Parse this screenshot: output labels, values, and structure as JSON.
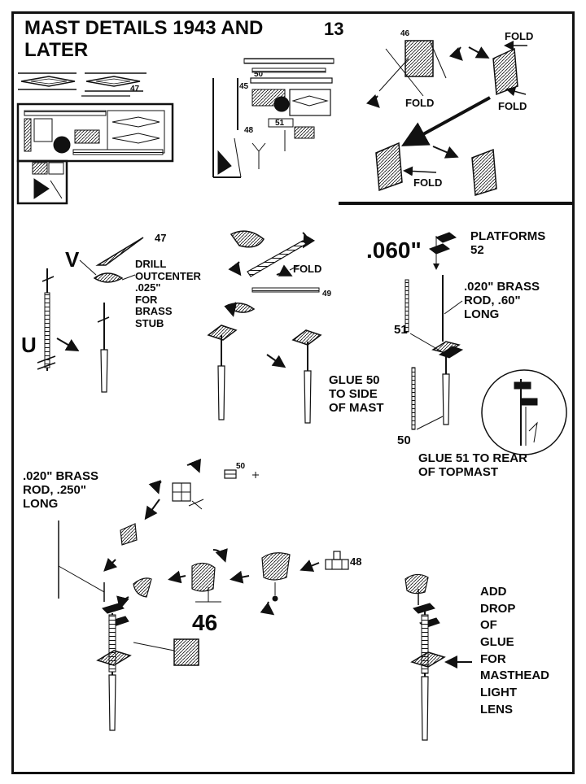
{
  "page": {
    "title": "MAST DETAILS 1943 AND LATER",
    "page_number": "13"
  },
  "part_numbers": {
    "p46_top": "46",
    "p47_sheet": "47",
    "p45": "45",
    "p50_sheet": "50",
    "p51_sheet": "51",
    "p48_sheet": "48",
    "p47": "47",
    "p49": "49",
    "p50_small": "50",
    "p48": "48",
    "p46": "46"
  },
  "fold_labels": [
    "FOLD",
    "FOLD",
    "FOLD",
    "FOLD",
    "FOLD"
  ],
  "callouts": {
    "v": "V",
    "u": "U",
    "drill": "DRILL\nOUTCENTER\n.025\"\nFOR\nBRASS\nSTUB",
    "dim_060": ".060\"",
    "platforms": "PLATFORMS\n52",
    "brass_rod_60": ".020\" BRASS\nROD, .60\"\nLONG",
    "label_51": "51",
    "glue_50": "GLUE 50\nTO SIDE\nOF MAST",
    "label_50": "50",
    "glue_51": "GLUE 51 TO REAR\nOF TOPMAST",
    "brass_rod_250": ".020\" BRASS\nROD, .250\"\nLONG",
    "add_drop": "ADD\nDROP\nOF\nGLUE\nFOR\nMASTHEAD\nLIGHT\nLENS"
  },
  "icons": {
    "arrow": "arrow-icon",
    "curved_arrow": "curved-arrow-icon"
  },
  "colors": {
    "ink": "#111111",
    "paper": "#ffffff",
    "grey": "#666666"
  }
}
